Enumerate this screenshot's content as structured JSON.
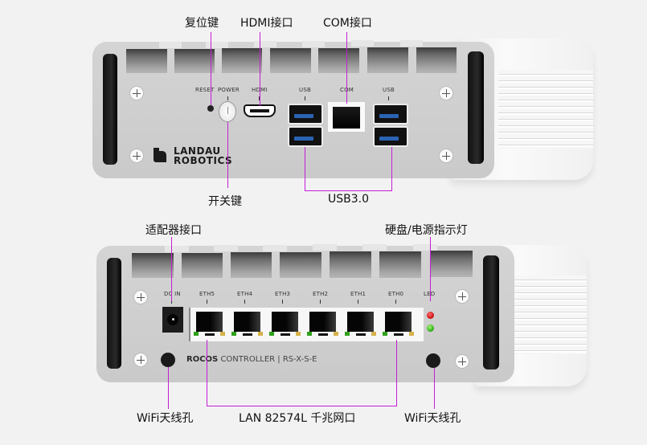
{
  "title": "Landau Robotics ROCOS Controller port diagram",
  "colors": {
    "callout_line": "#c41ed6",
    "usb_tongue": "#2b63b3",
    "led_red": "#d01a1a",
    "led_green": "#35b51e"
  },
  "front_panel": {
    "brand_line1": "LANDAU",
    "brand_line2": "ROBOTICS",
    "port_labels": {
      "reset": "RESET",
      "power": "POWER",
      "hdmi": "HDMI",
      "usb_left": "USB",
      "com": "COM",
      "usb_right": "USB"
    },
    "callouts": {
      "reset": "复位键",
      "hdmi": "HDMI接口",
      "com": "COM接口",
      "power": "开关键",
      "usb": "USB3.0"
    }
  },
  "back_panel": {
    "product_brand": "ROCOS",
    "product_name": "CONTROLLER",
    "model": "RS-X-S-E",
    "port_labels": {
      "dc_in": "DC IN",
      "led": "LED"
    },
    "eth_ports": [
      "ETH5",
      "ETH4",
      "ETH3",
      "ETH2",
      "ETH1",
      "ETH0"
    ],
    "callouts": {
      "adapter": "适配器接口",
      "led": "硬盘/电源指示灯",
      "wifi_left": "WiFi天线孔",
      "lan": "LAN 82574L 千兆网口",
      "wifi_right": "WiFi天线孔"
    }
  }
}
